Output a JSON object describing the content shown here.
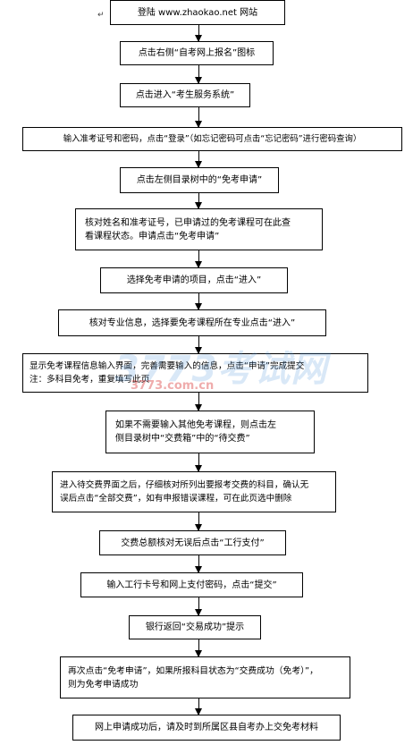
{
  "flow": {
    "step1": "登陆 www.zhaokao.net 网站",
    "step2": "点击右侧“自考网上报名”图标",
    "step3": "点击进入“考生服务系统”",
    "step4": "输入准考证号和密码，点击“登录”（如忘记密码可点击“忘记密码”进行密码查询）",
    "step5": "点击左侧目录树中的“免考申请”",
    "step6_line1": "核对姓名和准考证号，已申请过的免考课程可在此查",
    "step6_line2": "看课程状态。申请点击“免考申请”",
    "step7": "选择免考申请的项目，点击“进入”",
    "step8": "核对专业信息，选择要免考课程所在专业点击“进入”",
    "step9_line1": "显示免考课程信息输入界面，完善需要输入的信息，点击“申请”完成提交",
    "step9_line2": "注：多科目免考，重复填写此页",
    "step10_line1": "如果不需要输入其他免考课程，则点击左",
    "step10_line2": "侧目录树中“交费箱”中的“待交费”",
    "step11_line1": "进入待交费界面之后，仔细核对所列出要报考交费的科目，确认无",
    "step11_line2": "误后点击“全部交费”，如有申报错误课程，可在此页选中删除",
    "step12": "交费总额核对无误后点击“工行支付”",
    "step13": "输入工行卡号和网上支付密码，点击“提交”",
    "step14": "银行返回“交易成功”提示",
    "step15_line1": "再次点击“免考申请”，如果所报科目状态为“交费成功（免考）”，",
    "step15_line2": "则为免考申请成功",
    "step16": "网上申请成功后，请及时到所属区县自考办上交免考材料"
  },
  "watermark": {
    "main": "3773考试网",
    "sub": "3773.com.cn"
  }
}
